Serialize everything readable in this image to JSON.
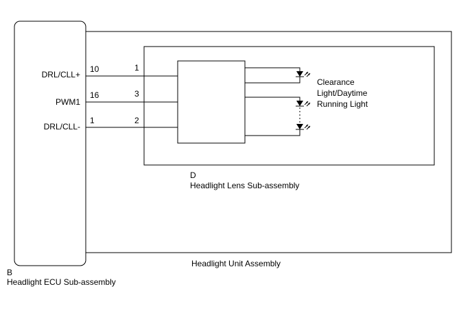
{
  "ecu": {
    "letter": "B",
    "name": "Headlight ECU Sub-assembly",
    "signals": [
      "DRL/CLL+",
      "PWM1",
      "DRL/CLL-"
    ],
    "pins": [
      "10",
      "16",
      "1"
    ]
  },
  "lens": {
    "letter": "D",
    "name": "Headlight Lens Sub-assembly",
    "pins": [
      "1",
      "3",
      "2"
    ]
  },
  "unit": {
    "name": "Headlight Unit Assembly"
  },
  "light_label": [
    "Clearance",
    "Light/Daytime",
    "Running Light"
  ]
}
